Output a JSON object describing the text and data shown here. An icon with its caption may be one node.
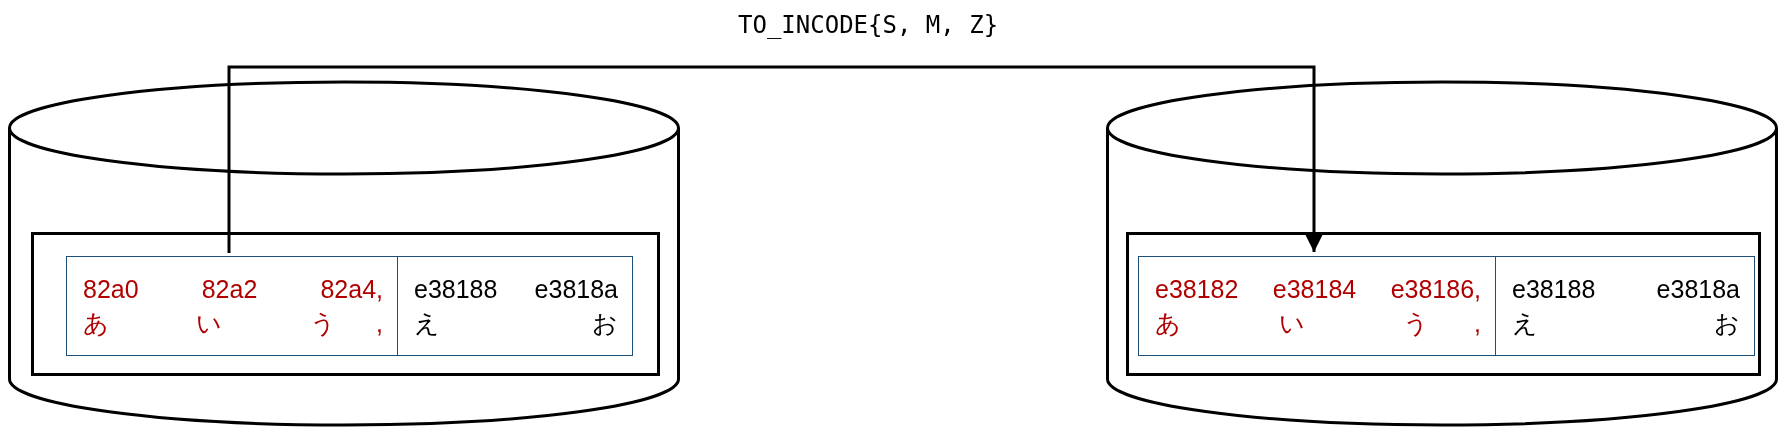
{
  "diagram": {
    "nodes": [
      {
        "text": [],
        "shape": "cylinder"
      },
      {
        "text": [],
        "shape": "box",
        "in": 0
      },
      {
        "text": [
          "82a0 82a2 82a4,",
          "あ い う,"
        ],
        "in": 1
      },
      {
        "text": [
          "e38188 e3818a",
          "え お"
        ],
        "in": 1
      },
      {
        "text": [],
        "shape": "cylinder"
      },
      {
        "text": [],
        "shape": "box",
        "in": 4
      },
      {
        "text": [
          "e38182 e38184 e38186,",
          "あ い う,"
        ],
        "in": 5
      },
      {
        "text": [
          "e38188 e3818a",
          "え お"
        ],
        "in": 5
      }
    ],
    "edges": [
      {
        "from": 2,
        "to": 6,
        "arrow": "to",
        "label": "TO_INCODE{S, M, Z}"
      }
    ]
  }
}
